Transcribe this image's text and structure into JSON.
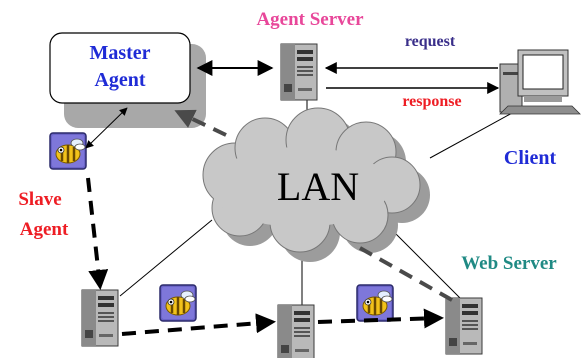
{
  "colors": {
    "master_title": "#1f2bd6",
    "agent_server_title": "#e8479a",
    "request": "#3a2f8a",
    "response": "#ee1d24",
    "slave_title": "#ee1d24",
    "client_title": "#1f2bd6",
    "web_server_title": "#1f8a84",
    "cloud_fill": "#c8c8c8",
    "cloud_shadow": "#9c9c9c",
    "server_fill": "#b9b9b9",
    "server_dark": "#555555"
  },
  "diagram": {
    "master_agent": {
      "line1": "Master",
      "line2": "Agent"
    },
    "agent_server": {
      "label": "Agent Server"
    },
    "request": {
      "label": "request"
    },
    "response": {
      "label": "response"
    },
    "client": {
      "label": "Client"
    },
    "slave_agent": {
      "line1": "Slave",
      "line2": "Agent"
    },
    "lan": {
      "label": "LAN"
    },
    "web_server": {
      "label": "Web Server"
    }
  },
  "icons": {
    "server": "server-tower-icon",
    "client": "desktop-computer-icon",
    "agent": "bee-agent-icon",
    "network": "cloud-icon"
  }
}
